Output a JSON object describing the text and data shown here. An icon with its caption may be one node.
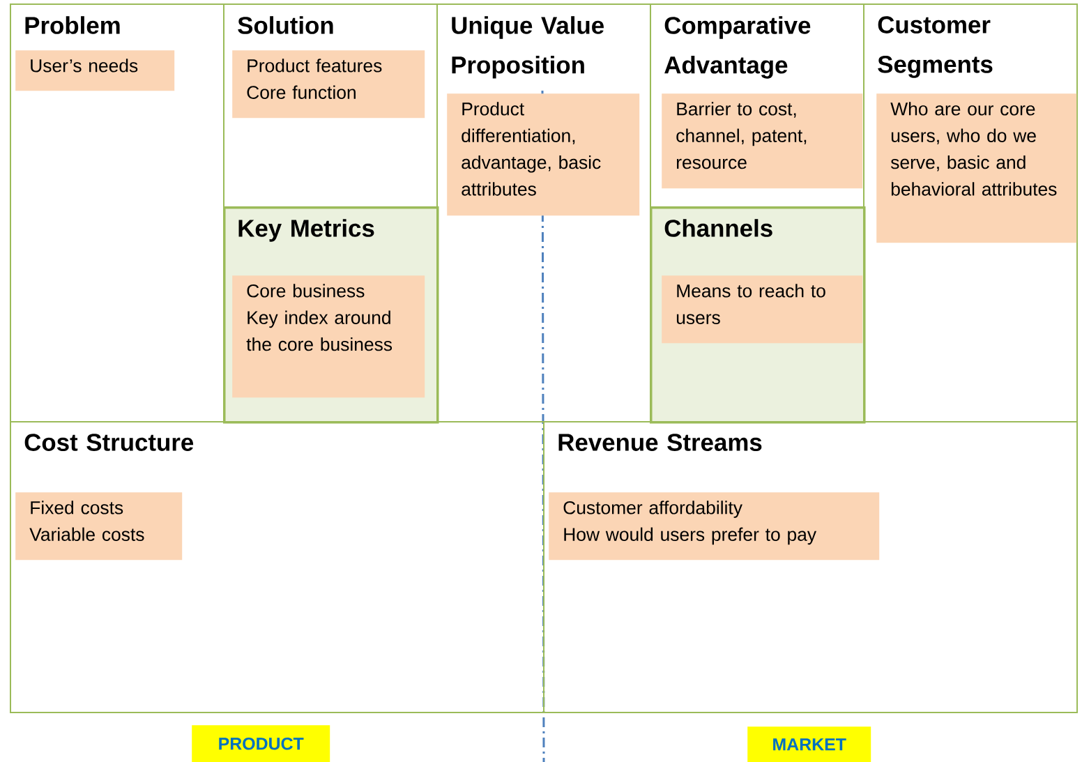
{
  "diagram": {
    "nodes": [
      {
        "text": [
          "Problem"
        ]
      },
      {
        "text": [
          "User’s needs"
        ],
        "in": 0
      },
      {
        "text": [
          "Solution"
        ]
      },
      {
        "text": [
          "Product features",
          "Core function"
        ],
        "in": 2
      },
      {
        "text": [
          "Key Metrics"
        ]
      },
      {
        "text": [
          "Core business",
          "Key index around the core business"
        ],
        "in": 4
      },
      {
        "text": [
          "Unique Value Proposition"
        ]
      },
      {
        "text": [
          "Product differentiation, advantage, basic attributes"
        ],
        "in": 6
      },
      {
        "text": [
          "Comparative Advantage"
        ]
      },
      {
        "text": [
          "Barrier to cost, channel, patent, resource"
        ],
        "in": 8
      },
      {
        "text": [
          "Channels"
        ]
      },
      {
        "text": [
          "Means to reach to users"
        ],
        "in": 10
      },
      {
        "text": [
          "Customer Segments"
        ]
      },
      {
        "text": [
          "Who are our core users, who do we serve, basic and behavioral attributes"
        ],
        "in": 12
      },
      {
        "text": [
          "Cost Structure"
        ]
      },
      {
        "text": [
          "Fixed costs",
          "Variable costs"
        ],
        "in": 14
      },
      {
        "text": [
          "Revenue Streams"
        ]
      },
      {
        "text": [
          "Customer affordability",
          "How would users prefer to pay"
        ],
        "in": 16
      },
      {
        "text": [
          "PRODUCT"
        ]
      },
      {
        "text": [
          "MARKET"
        ]
      }
    ]
  }
}
